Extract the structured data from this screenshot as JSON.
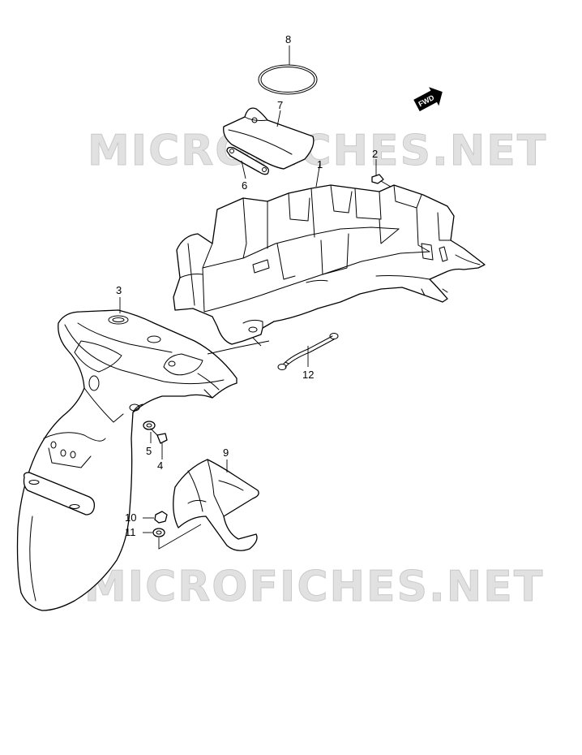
{
  "watermark": {
    "text": "MICROFICHES.NET"
  },
  "direction_badge": {
    "text": "FWD",
    "icon": "forward-arrow-icon"
  },
  "callouts": {
    "c1": "1",
    "c2": "2",
    "c3": "3",
    "c4": "4",
    "c5": "5",
    "c6": "6",
    "c7": "7",
    "c8": "8",
    "c9": "9",
    "c10": "10",
    "c11": "11",
    "c12": "12"
  },
  "colors": {
    "line": "#000000",
    "background": "#ffffff",
    "watermark": "#d8d8d8"
  }
}
